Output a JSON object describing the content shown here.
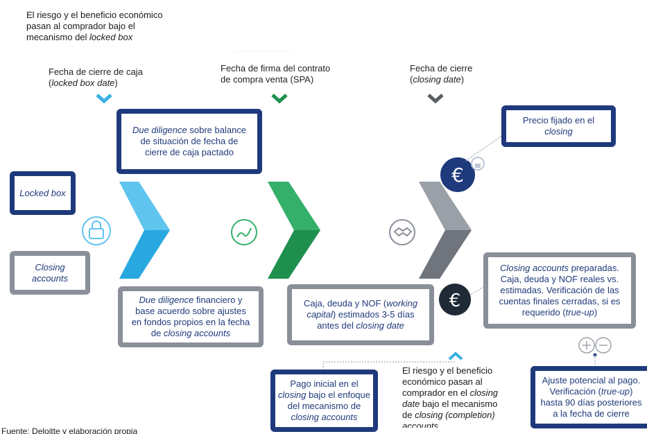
{
  "top_note": {
    "line1": "El riesgo y el beneficio económico",
    "line2": "pasan al comprador bajo el",
    "line3_plain": "mecanismo del ",
    "line3_italic": "locked box"
  },
  "milestones": {
    "locked_box_date": {
      "line1": "Fecha de cierre de caja",
      "line2_open": "(",
      "line2_italic": "locked box date",
      "line2_close": ")"
    },
    "spa_date": {
      "line1": "Fecha de firma del contrato",
      "line2": "de compra venta (SPA)"
    },
    "closing_date": {
      "line1": "Fecha de cierre",
      "line2_open": "(",
      "line2_italic": "closing date",
      "line2_close": ")"
    }
  },
  "boxes": {
    "locked_box": {
      "italic": "Locked box"
    },
    "closing_accounts": {
      "line1": "Closing",
      "line2": "accounts"
    },
    "dd_balance": {
      "italic": "Due diligence",
      "l1": " sobre balance",
      "l2": "de situación de fecha de",
      "l3": "cierre de caja pactado"
    },
    "dd_financiero": {
      "italic": "Due diligence",
      "l1": " financiero y",
      "l2": "base acuerdo sobre ajustes",
      "l3": "en fondos propios en la fecha",
      "l4_plain": "de ",
      "l4_italic": "closing accounts"
    },
    "precio_fijado": {
      "l1": "Precio fijado en el",
      "l2_italic": "closing"
    },
    "caja_deuda": {
      "l1_plain": "Caja, deuda y NOF (",
      "l1_italic": "working",
      "l2_italic": "capital",
      "l2_plain": ") estimados 3-5 días",
      "l3_plain": "antes del ",
      "l3_italic": "closing date"
    },
    "closing_prepared": {
      "l1_italic": "Closing accounts",
      "l1_plain": " preparadas.",
      "l2": "Caja, deuda y NOF reales vs.",
      "l3": "estimadas. Verificación de las",
      "l4": "cuentas finales cerradas, si es",
      "l5_plain": "requerido (",
      "l5_italic": "true-up",
      "l5_close": ")"
    },
    "pago_inicial": {
      "l1": "Pago inicial en el",
      "l2_italic": "closing",
      "l2_plain": " bajo el enfoque",
      "l3": "del mecanismo de",
      "l4_italic": "closing accounts"
    },
    "ajuste": {
      "l1": "Ajuste potencial al pago.",
      "l2_plain": "Verificación (",
      "l2_italic": "true-up",
      "l2_close": ")",
      "l3": "hasta 90 días posteriores",
      "l4": "a la fecha de cierre"
    }
  },
  "bottom_note": {
    "l1": "El riesgo y el beneficio",
    "l2": "económico pasan al",
    "l3_plain": "comprador en el ",
    "l3_italic": "closing",
    "l4_italic": "date",
    "l4_plain": " bajo el mecanismo",
    "l5_plain": "de ",
    "l5_italic": "closing (completion)",
    "l6_italic": "accounts"
  },
  "source": "Fuente: Deloitte y elaboración propia",
  "colors": {
    "navy": "#1e3a7c",
    "grey": "#8a8f99",
    "blue": "#29a8e0",
    "green": "#1c8a4a",
    "dark": "#1f2a36"
  }
}
